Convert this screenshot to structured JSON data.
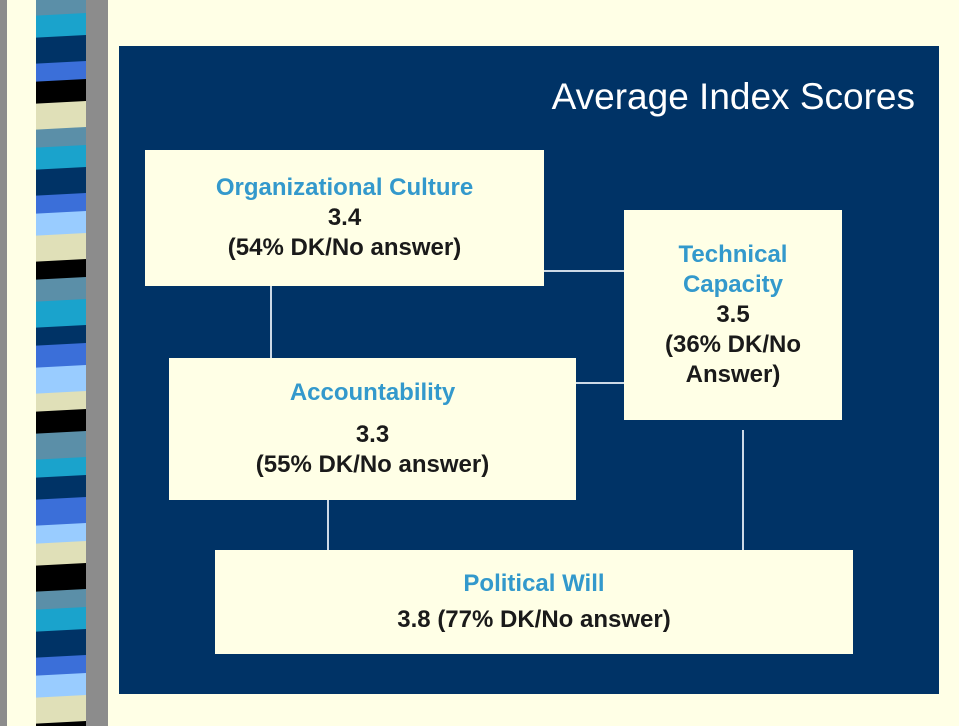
{
  "diagram": {
    "title": "Average Index Scores",
    "boxes": {
      "organizational_culture": {
        "name": "Organizational Culture",
        "score": "3.4",
        "note": "(54% DK/No answer)"
      },
      "technical_capacity": {
        "name_line1": "Technical",
        "name_line2": "Capacity",
        "score": "3.5",
        "note_line1": "(36% DK/No",
        "note_line2": "Answer)"
      },
      "accountability": {
        "name": "Accountability",
        "score": "3.3",
        "note": "(55% DK/No answer)"
      },
      "political_will": {
        "name": "Political Will",
        "score_note": "3.8 (77% DK/No answer)"
      }
    }
  },
  "colors": {
    "panel": "#003366",
    "box_fill": "#ffffe6",
    "heading_text": "#3399cc",
    "value_text": "#1a1a1a",
    "title_text": "#ffffff",
    "stripe_palette": [
      "#5b8fa8",
      "#1aa3cc",
      "#3b6fd9",
      "#000000",
      "#e0e0b8",
      "#99ccff",
      "#003366"
    ]
  }
}
